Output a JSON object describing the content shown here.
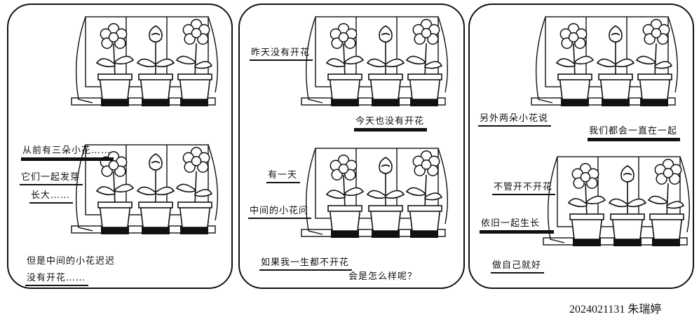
{
  "panels": [
    {
      "captions": [
        "从前有三朵小花……",
        "它们一起发芽",
        "长大……",
        "但是中间的小花迟迟",
        "没有开花……"
      ]
    },
    {
      "captions": [
        "昨天没有开花",
        "今天也没有开花",
        "有一天",
        "中间的小花问",
        "如果我一生都不开花",
        "会是怎么样呢？"
      ]
    },
    {
      "captions": [
        "另外两朵小花说",
        "我们都会一直在一起",
        "不管开不开花",
        "依旧一起生长",
        "做自己就好"
      ]
    }
  ],
  "signature": "2024021131  朱瑞婷"
}
